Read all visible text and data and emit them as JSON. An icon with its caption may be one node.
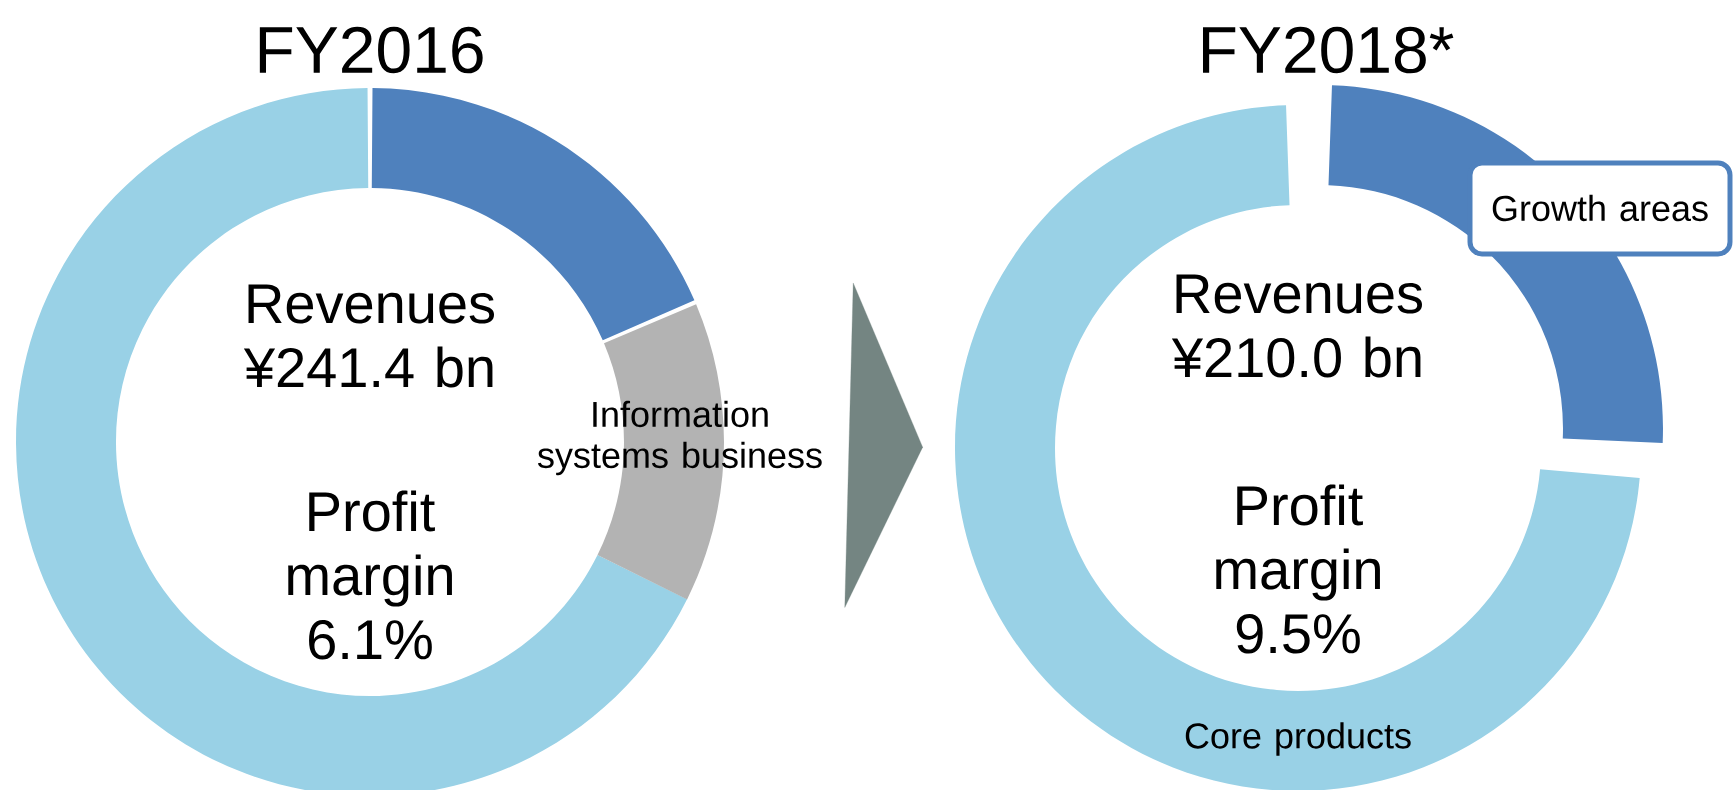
{
  "diagram": {
    "nodes": [
      {
        "text": [
          "FY2016",
          "Revenues ¥241.4 bn",
          "Profit margin 6.1%"
        ]
      },
      {
        "text": [
          "Information systems business"
        ]
      },
      {
        "text": [
          "FY2018*",
          "Revenues ¥210.0 bn",
          "Profit margin 9.5%"
        ]
      },
      {
        "text": [
          "Growth areas"
        ]
      },
      {
        "text": [
          "Core products"
        ],
        "in": 2
      }
    ],
    "edges": [
      {
        "from": 0,
        "to": 2,
        "arrow": "to"
      }
    ]
  }
}
